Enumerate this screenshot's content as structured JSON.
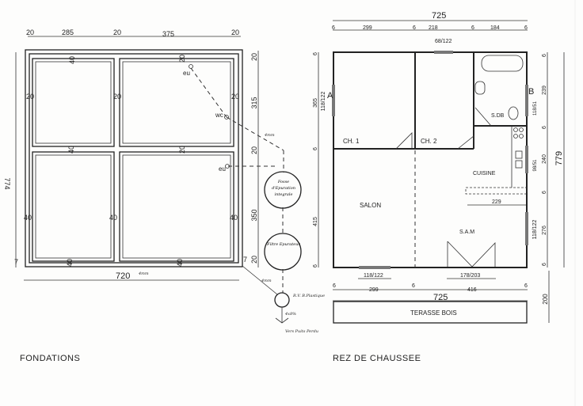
{
  "fondations": {
    "title": "FONDATIONS",
    "dims_top": [
      "20",
      "285",
      "20",
      "375",
      "20"
    ],
    "dim_total_height": "774",
    "dim_total_width": "720",
    "dims_right": [
      "20",
      "315",
      "20",
      "350",
      "20"
    ],
    "wall_marks": [
      "40",
      "20",
      "20",
      "20",
      "20",
      "40",
      "20",
      "40",
      "40",
      "40",
      "40",
      "40"
    ],
    "corner_marks": [
      "7",
      "7"
    ],
    "pipe_labels": {
      "eu_1": "eu",
      "wc": "wc",
      "eu_2": "eu",
      "slope_1": "4mm",
      "slope_2": "4mm",
      "slope_3": "4mm"
    },
    "tank_label": "Fosse d'Epuration integrale",
    "filter_label": "Filtre Epurateur",
    "outlet_label": "R.V. B.Plastique",
    "outlet_slope": "4x8%",
    "outlet_note": "Vers Puits Perdu"
  },
  "rez_de_chaussee": {
    "title": "REZ DE CHAUSSEE",
    "dim_total_top": "725",
    "dims_top": [
      "6",
      "299",
      "6",
      "218",
      "6",
      "184",
      "6"
    ],
    "window_top": "68/122",
    "dims_left": [
      "6",
      "365",
      "6",
      "415",
      "6"
    ],
    "dim_total_right": "779",
    "dims_right": [
      "6",
      "239",
      "6",
      "240",
      "6",
      "276",
      "6"
    ],
    "dim_terrace": "200",
    "windows": {
      "a": "118/122",
      "b": "118/51",
      "cuisine": "98/51",
      "sam": "118/122",
      "salon": "118/122",
      "door_sam": "178/203"
    },
    "dim_kitchen": "229",
    "dims_bottom": [
      "6",
      "299",
      "6",
      "416",
      "6"
    ],
    "dim_total_bottom": "725",
    "section_marks": [
      "A",
      "B"
    ],
    "rooms": [
      "CH. 1",
      "CH. 2",
      "S.DB",
      "CUISINE",
      "SALON",
      "S.A.M"
    ],
    "terrace": "TERASSE BOIS"
  }
}
